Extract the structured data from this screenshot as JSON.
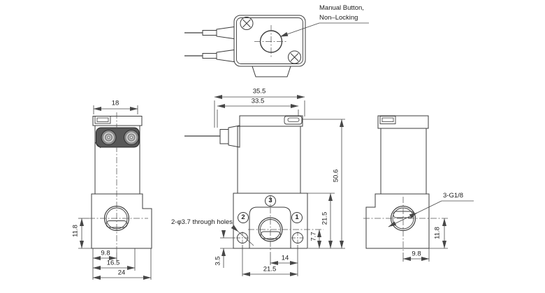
{
  "colors": {
    "line": "#3c3c3c",
    "dim_line": "#474747",
    "connector_block": "#585858",
    "background": "#ffffff"
  },
  "annotations": {
    "manual_button_line1": "Manual Button,",
    "manual_button_line2": "Non–Locking",
    "through_holes": "2-φ3.7 through holes",
    "thread": "3-G1/8"
  },
  "left_view": {
    "dims": {
      "top_width": "18",
      "port_height": "11.8",
      "port_x": "9.8",
      "mid_width": "16.5",
      "base_width": "24"
    }
  },
  "center_view": {
    "dims": {
      "overall_width": "35.5",
      "cap_width": "33.5",
      "overall_height": "50.6",
      "base_height": "21.5",
      "port_height": "7.7",
      "hole_offset": "3.5",
      "port_to_hole": "14",
      "hole_pitch": "21.5"
    },
    "port_labels": {
      "one": "1",
      "two": "2",
      "three": "3"
    }
  },
  "right_view": {
    "dims": {
      "port_x": "9.8",
      "port_height": "11.8"
    }
  }
}
